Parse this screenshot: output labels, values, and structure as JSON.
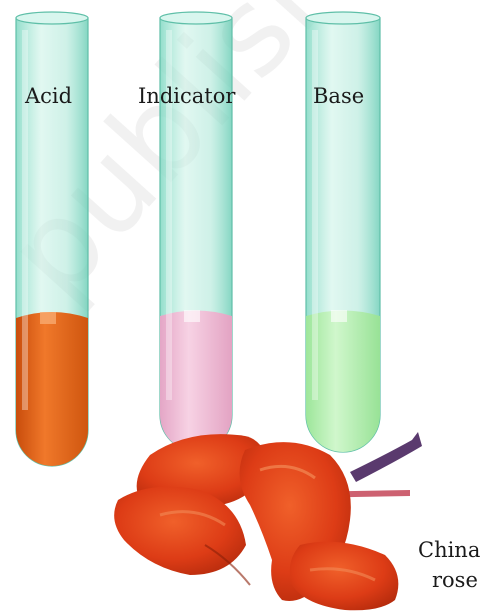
{
  "labels": {
    "acid": "Acid",
    "indicator": "Indicator",
    "base": "Base",
    "flower_line1": "China",
    "flower_line2": "rose"
  },
  "watermark": "published",
  "colors": {
    "acid_liquid": "#e8651a",
    "indicator_liquid": "#f0b9d4",
    "base_liquid": "#b7f0b4",
    "tube_glass": "#8fe0cc",
    "flower_petals": "#e0401a"
  }
}
